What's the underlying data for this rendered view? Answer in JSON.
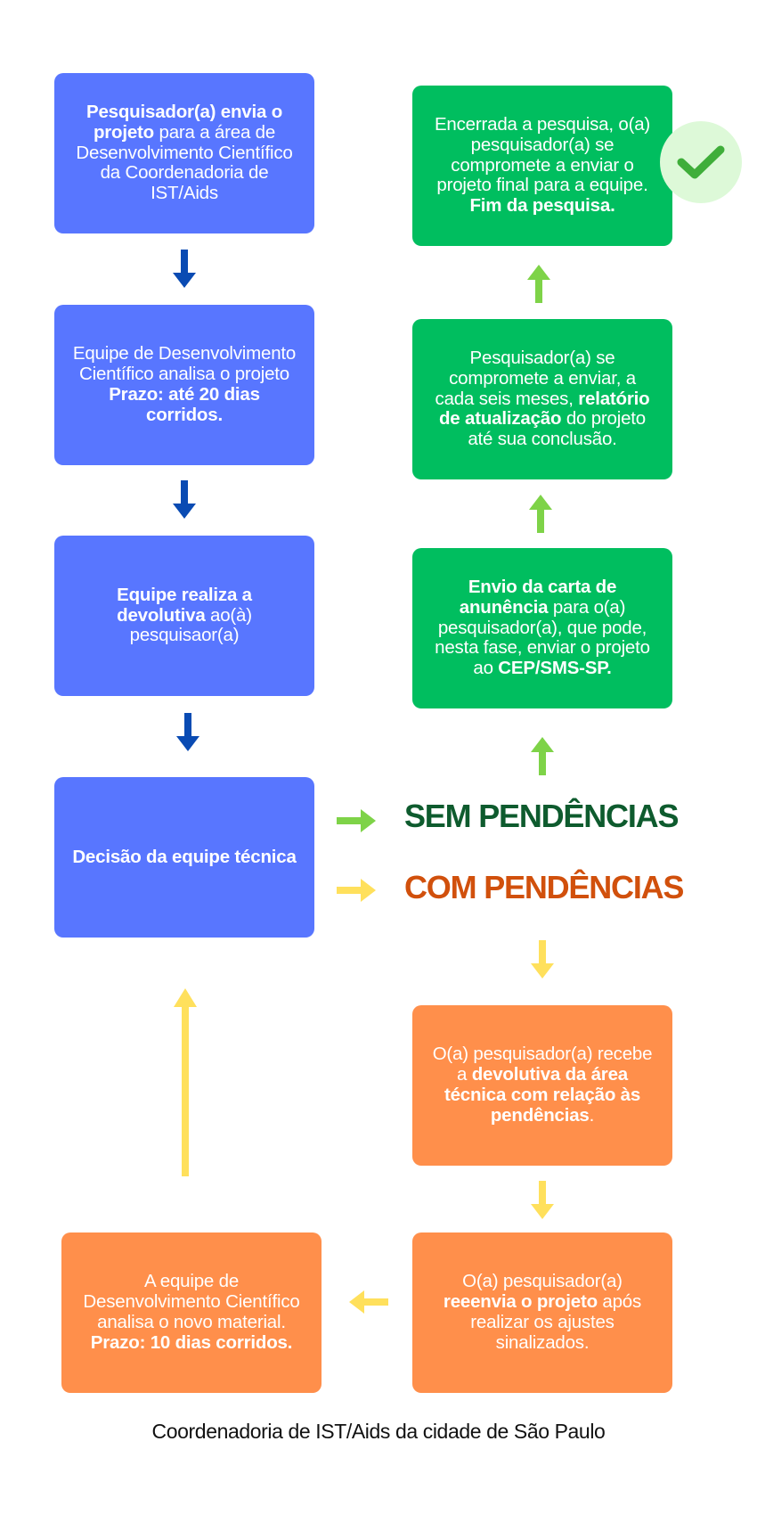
{
  "steps": {
    "envio": {
      "p1": "Pesquisador(a) envia o projeto",
      "p2": " para a área de Desenvolvimento Científico da Coordenadoria de IST/Aids"
    },
    "analise": {
      "p1": "Equipe de Desenvolvimento Científico analisa o projeto ",
      "p2": "Prazo: até 20 dias corridos."
    },
    "devolutiva": {
      "p1": "Equipe realiza a devolutiva",
      "p2": " ao(à) pesquisaor(a)"
    },
    "decisao": {
      "text": "Decisão da equipe técnica"
    },
    "carta": {
      "p1": "Envio da carta de anunência",
      "p2": " para o(a) pesquisador(a), que pode, nesta fase, enviar o projeto ao ",
      "p3": "CEP/SMS-SP."
    },
    "relatorio": {
      "p1": "Pesquisador(a) se compromete a enviar, a cada seis meses, ",
      "p2": "relatório de atualização",
      "p3": " do projeto até sua conclusão."
    },
    "encerrada": {
      "p1": "Encerrada a pesquisa, o(a) pesquisador(a) se compromete a enviar o projeto final para a equipe. ",
      "p2": "Fim da pesquisa."
    },
    "recebe": {
      "p1": "O(a) pesquisador(a) recebe a ",
      "p2": "devolutiva da área técnica com relação às pendências",
      "p3": "."
    },
    "reenvia": {
      "p1": "O(a) pesquisador(a) ",
      "p2": "reeenvia o projeto",
      "p3": " após realizar os ajustes sinalizados."
    },
    "reanalise": {
      "p1": "A equipe de Desenvolvimento Científico analisa o novo material. ",
      "p2": "Prazo: 10 dias corridos."
    }
  },
  "outcomes": {
    "sem": "SEM PENDÊNCIAS",
    "com": "COM PENDÊNCIAS"
  },
  "colors": {
    "blue_box": "#5876FF",
    "green_box": "#00BE5F",
    "orange_box": "#FF8F4B",
    "blue_arrow": "#0A4BB3",
    "green_arrow": "#7ED348",
    "yellow_arrow": "#FFE05C",
    "sem_text": "#0E5B2E",
    "com_text": "#D1500C"
  },
  "icons": {
    "done": "check-icon"
  },
  "footer": "Coordenadoria de IST/Aids da cidade de São  Paulo"
}
